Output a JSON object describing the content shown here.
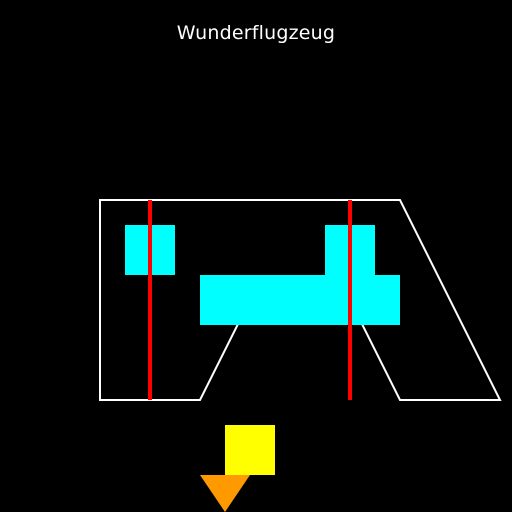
{
  "title": "Wunderflugzeug",
  "colors": {
    "background": "#000000",
    "title": "#ffffff",
    "outline": "#ffffff",
    "cyan_blocks": "#00ffff",
    "lasers": "#ff0000",
    "player": "#ffff00",
    "thruster": "#ff9900"
  },
  "objects": {
    "outline": "level-outline",
    "cyan_blocks": [
      "cyan-block",
      "cyan-block",
      "cyan-block"
    ],
    "lasers": [
      "laser-beam",
      "laser-beam"
    ],
    "player": "player-ship",
    "thruster": "thruster-flame"
  }
}
